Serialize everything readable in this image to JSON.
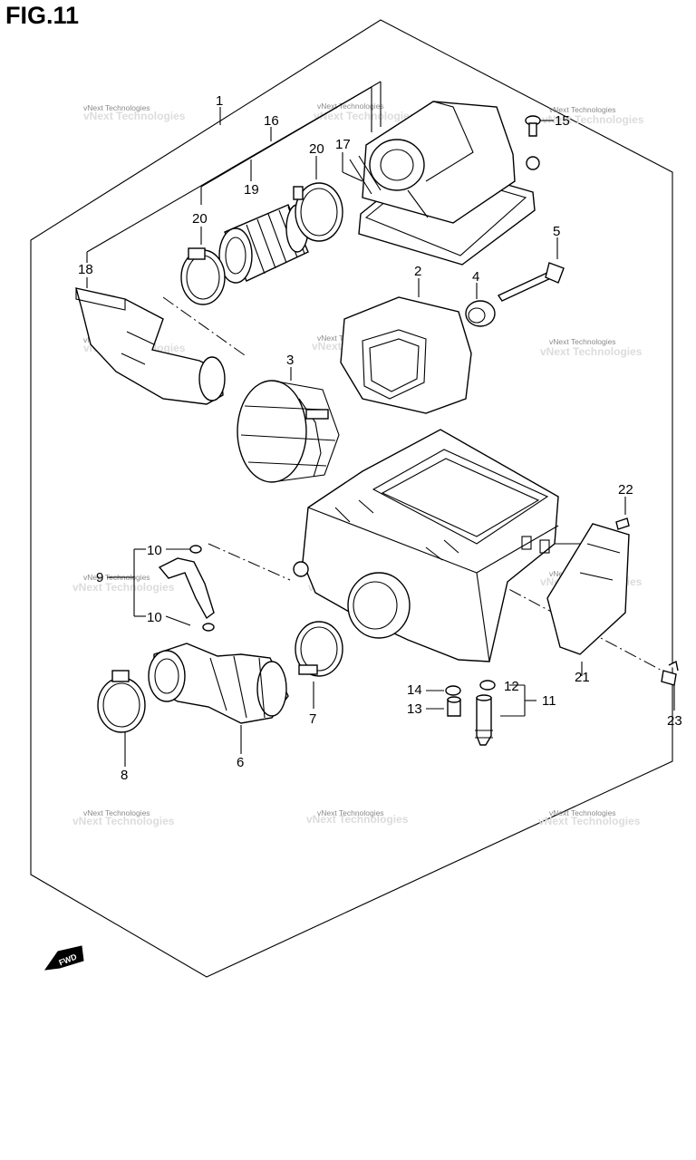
{
  "figure": {
    "title": "FIG.11"
  },
  "watermark": {
    "text": "vNext Technologies"
  },
  "fwd_label": "FWD",
  "callouts": {
    "c1": "1",
    "c2": "2",
    "c3": "3",
    "c4": "4",
    "c5": "5",
    "c6": "6",
    "c7": "7",
    "c8": "8",
    "c9": "9",
    "c10a": "10",
    "c10b": "10",
    "c11": "11",
    "c12": "12",
    "c13": "13",
    "c14": "14",
    "c15": "15",
    "c16": "16",
    "c17": "17",
    "c18": "18",
    "c19": "19",
    "c20a": "20",
    "c20b": "20",
    "c21": "21",
    "c22": "22",
    "c23": "23"
  }
}
